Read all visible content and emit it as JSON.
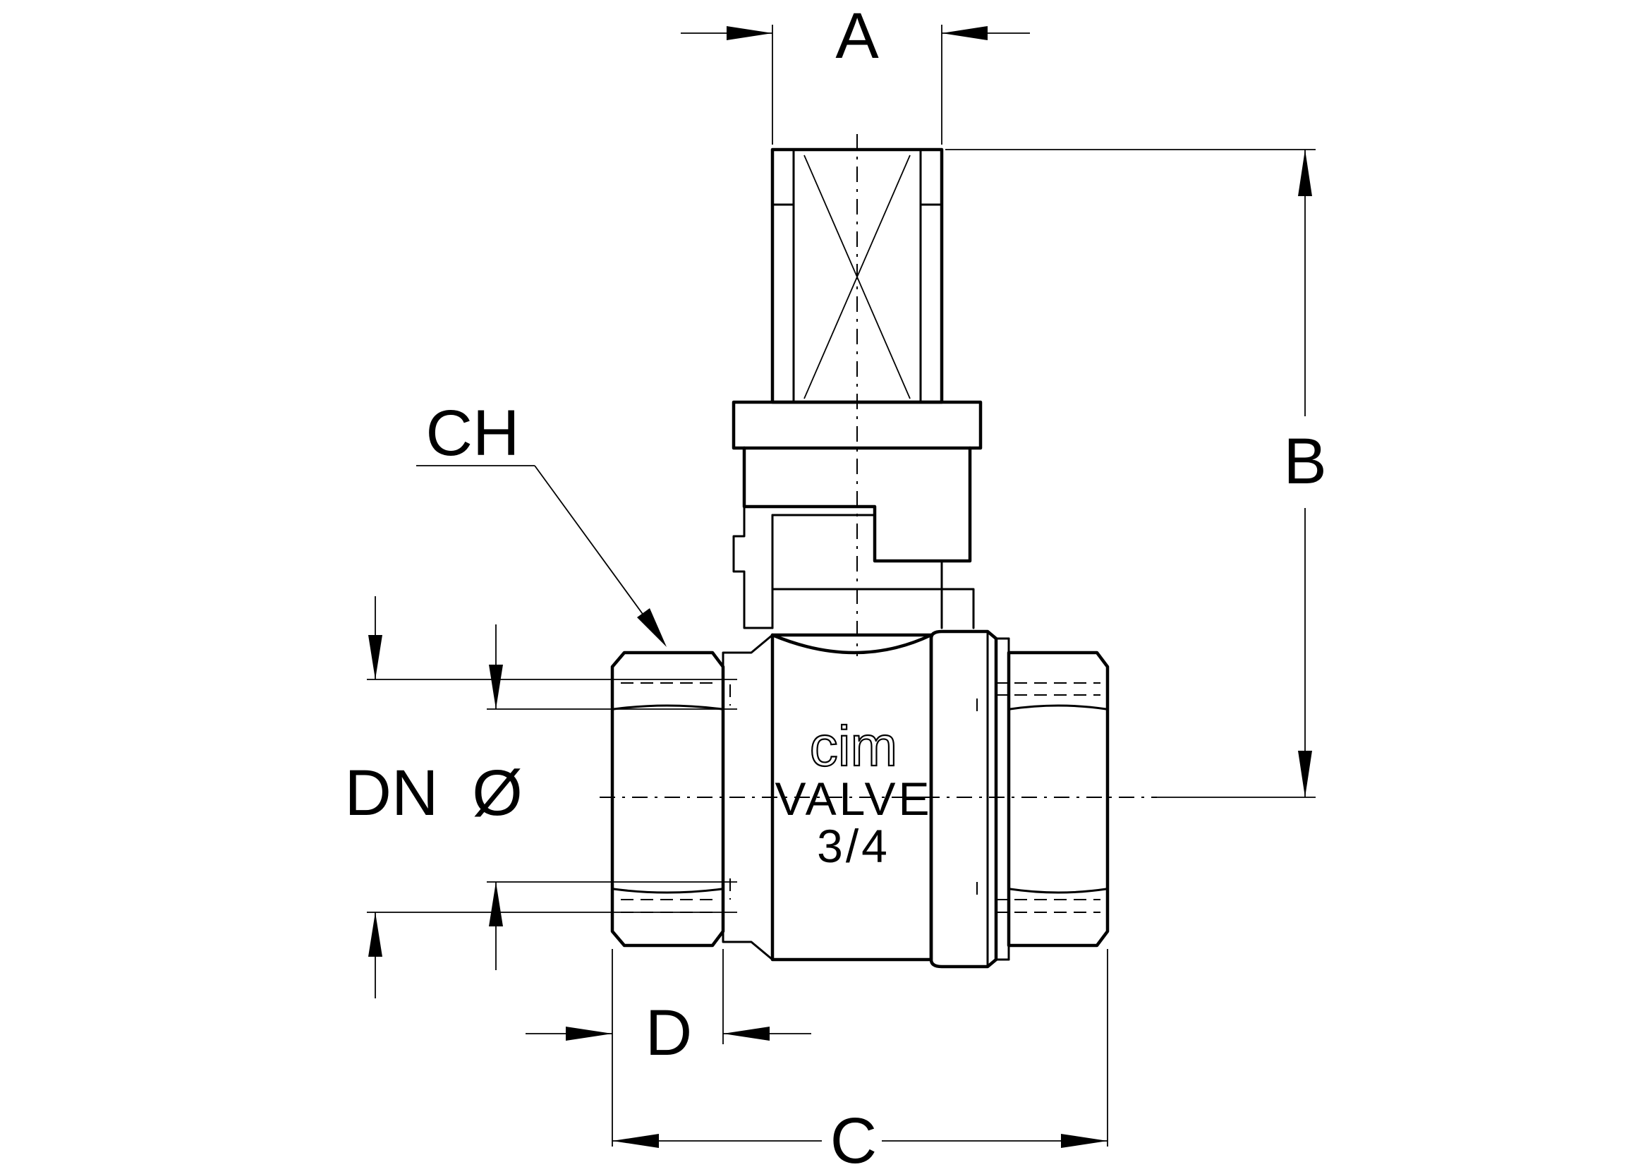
{
  "labels": {
    "a": "A",
    "b": "B",
    "c": "C",
    "d": "D",
    "ch": "CH",
    "dn": "DN",
    "dia": "Ø"
  },
  "marking": {
    "logo": "cim",
    "line1": "VALVE",
    "line2": "3/4"
  }
}
